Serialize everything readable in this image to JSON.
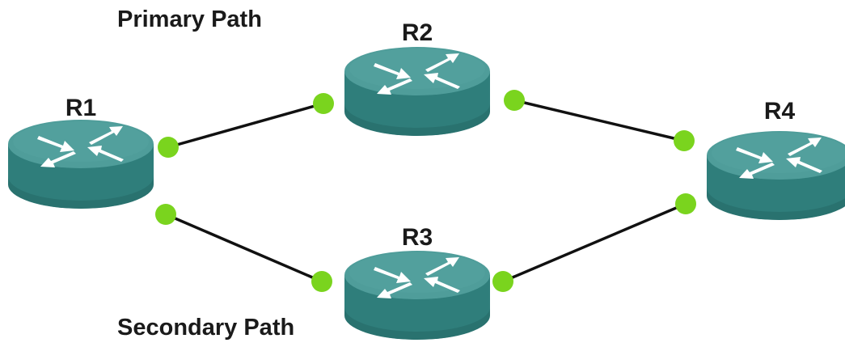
{
  "labels": {
    "primary_path": "Primary Path",
    "secondary_path": "Secondary Path"
  },
  "routers": {
    "r1": {
      "name": "R1"
    },
    "r2": {
      "name": "R2"
    },
    "r3": {
      "name": "R3"
    },
    "r4": {
      "name": "R4"
    }
  },
  "links": [
    {
      "from": "R1",
      "to": "R2",
      "path": "primary"
    },
    {
      "from": "R2",
      "to": "R4",
      "path": "primary"
    },
    {
      "from": "R1",
      "to": "R3",
      "path": "secondary"
    },
    {
      "from": "R3",
      "to": "R4",
      "path": "secondary"
    }
  ],
  "colors": {
    "router_top": "#4f9d9a",
    "router_side": "#2f7e7b",
    "router_bottom": "#256866",
    "port": "#7ad41e",
    "link": "#111111",
    "text": "#1a1a1a"
  },
  "icons": {
    "router": "router-icon",
    "port": "interface-dot"
  }
}
